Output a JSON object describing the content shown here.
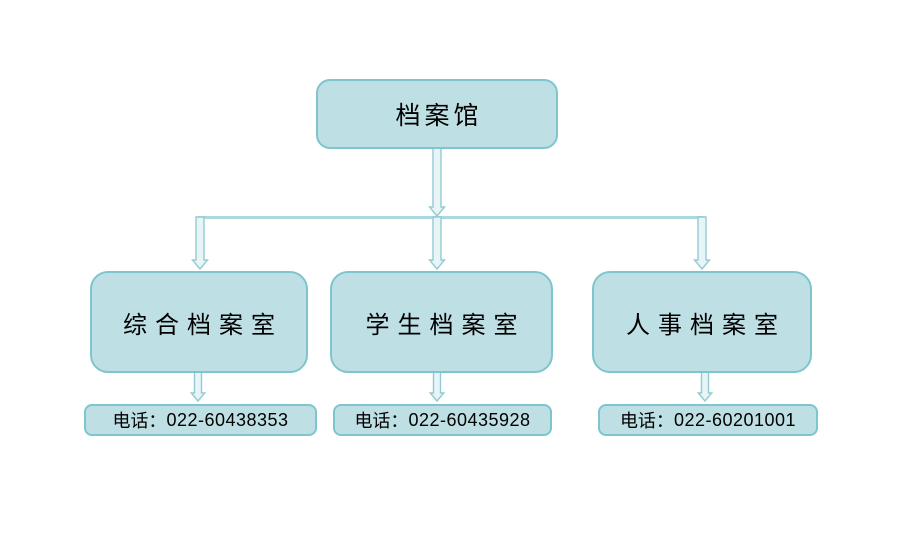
{
  "diagram": {
    "title_hint": "archive-office-org-chart",
    "root": {
      "label": "档案馆"
    },
    "departments": [
      {
        "label": "综合档案室",
        "phone": {
          "label": "电话：",
          "number": "022-60438353"
        }
      },
      {
        "label": "学生档案室",
        "phone": {
          "label": "电话：",
          "number": "022-60435928"
        }
      },
      {
        "label": "人事档案室",
        "phone": {
          "label": "电话：",
          "number": "022-60201001"
        }
      }
    ],
    "colors": {
      "node_fill": "#bedfe4",
      "node_border": "#7ec5ce",
      "arrow_fill": "#e8f4f6",
      "arrow_stroke": "#93cbd4",
      "line": "#abd8de",
      "text": "#000000",
      "background": "#ffffff"
    }
  }
}
